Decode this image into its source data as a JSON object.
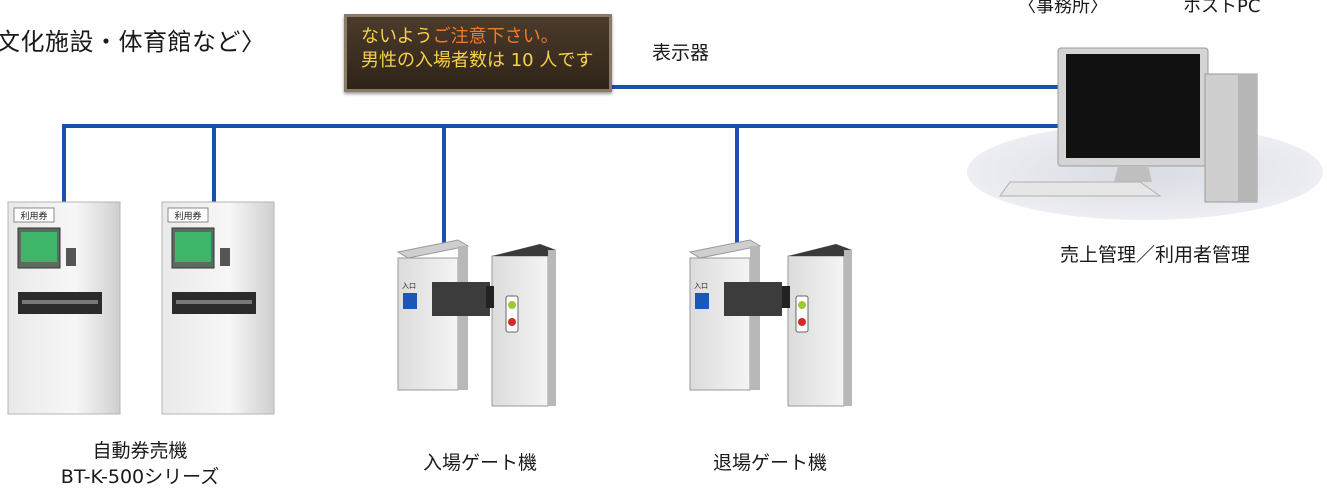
{
  "title": "文化施設・体育館など〉",
  "office_label": "〈事務所〉",
  "host_pc_label": "ホストPC",
  "display_sign": {
    "line1_part1": "ないよう",
    "line1_part2": "ご注意下さい。",
    "line2": "男性の入場者数は 10 人です"
  },
  "display_label": "表示器",
  "host_caption": "売上管理／利用者管理",
  "machines": [
    {
      "name": "自動券売機",
      "model": "BT-K-500シリーズ",
      "panel_label": "利用券"
    },
    {
      "name": "入場ゲート機"
    },
    {
      "name": "退場ゲート機"
    }
  ],
  "gate_sign": "入口",
  "colors": {
    "network_line": "#1d4fae",
    "display_bg": "#3a2c1f",
    "display_text": "#f5d24a"
  }
}
